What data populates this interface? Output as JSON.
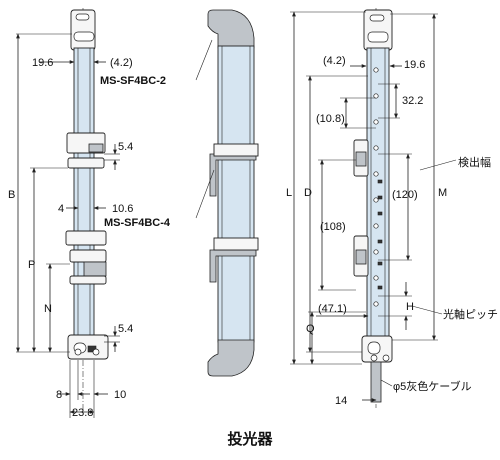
{
  "caption": "投光器",
  "front_view": {
    "width_top": "19.6",
    "offset_top": "(4.2)",
    "width_mid_a": "4",
    "width_mid_b": "10.6",
    "gap_upper": "5.4",
    "gap_lower": "5.4",
    "height_b": "B",
    "height_p": "P",
    "height_n": "N",
    "width_bottom_a": "8",
    "width_bottom_b": "10",
    "width_bottom_total": "23.8"
  },
  "middle_view": {
    "label_upper": "MS-SF4BC-2",
    "label_lower": "MS-SF4BC-4"
  },
  "side_view": {
    "offset_top": "(4.2)",
    "width_top": "19.6",
    "dim_32_2": "32.2",
    "dim_10_8": "(10.8)",
    "dim_120": "(120)",
    "dim_108": "(108)",
    "dim_47_1": "(47.1)",
    "height_l": "L",
    "height_d": "D",
    "height_m": "M",
    "height_h": "H",
    "height_q": "Q",
    "width_bottom": "14",
    "label_detection_width": "検出幅",
    "label_axis_pitch": "光軸ピッチ",
    "label_cable": "φ5灰色ケーブル"
  }
}
